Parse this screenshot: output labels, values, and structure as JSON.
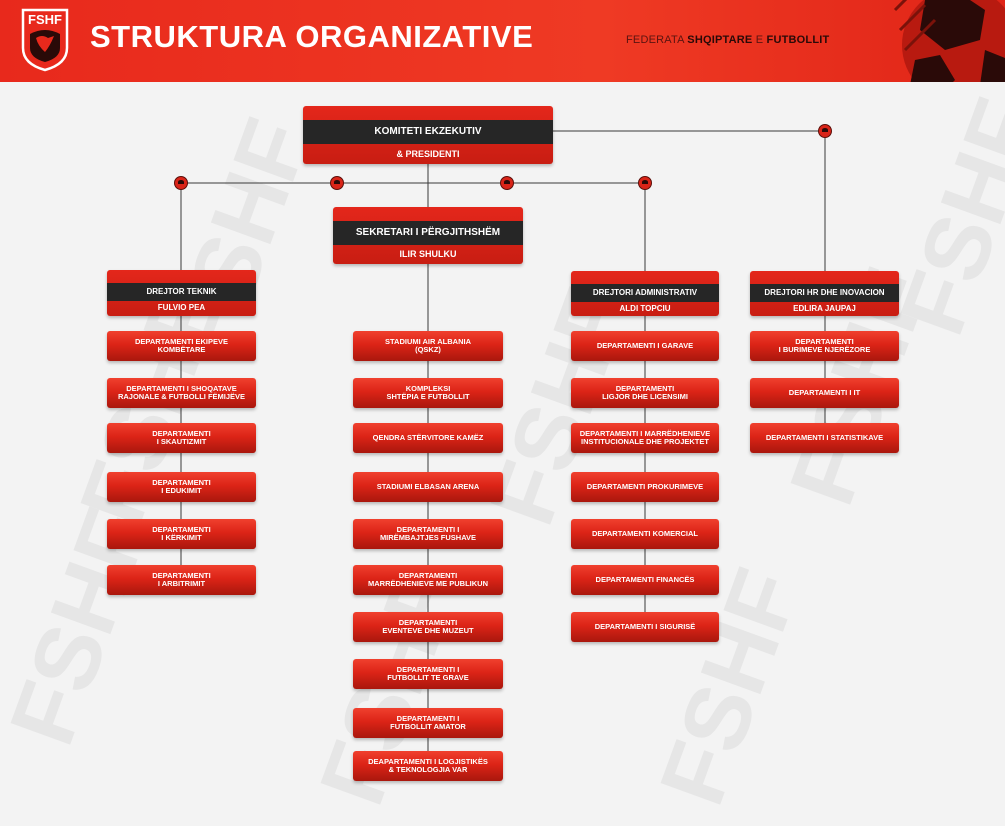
{
  "header": {
    "logo_text": "FSHF",
    "title": "STRUKTURA ORGANIZATIVE",
    "federation_prefix": "FEDERATA ",
    "federation_mid": "SHQIPTARE",
    "federation_e": " E ",
    "federation_end": "FUTBOLLIT"
  },
  "watermark": "FSHF",
  "colors": {
    "brand_red": "#e8291c",
    "dark_band": "#262626",
    "background": "#f3f3f3"
  },
  "executive": {
    "title": "KOMITETI EKZEKUTIV",
    "subtitle": "& PRESIDENTI"
  },
  "secretary": {
    "title": "SEKRETARI I PËRGJITHSHËM",
    "name": "ILIR SHULKU"
  },
  "technical": {
    "title": "DREJTOR TEKNIK",
    "name": "FULVIO PEA",
    "departments": [
      "DEPARTAMENTI EKIPEVE\nKOMBËTARE",
      "DEPARTAMENTI I SHOQATAVE\nRAJONALE & FUTBOLLI FËMIJËVE",
      "DEPARTAMENTI\nI SKAUTIZMIT",
      "DEPARTAMENTI\nI EDUKIMIT",
      "DEPARTAMENTI\nI KËRKIMIT",
      "DEPARTAMENTI\nI ARBITRIMIT"
    ]
  },
  "secretariat": {
    "departments": [
      "STADIUMI AIR ALBANIA\n(QSKZ)",
      "KOMPLEKSI\nSHTËPIA E FUTBOLLIT",
      "QENDRA STËRVITORE KAMËZ",
      "STADIUMI ELBASAN ARENA",
      "DEPARTAMENTI I\nMIRËMBAJTJES FUSHAVE",
      "DEPARTAMENTI\nMARRËDHENIEVE ME PUBLIKUN",
      "DEPARTAMENTI\nEVENTEVE DHE MUZEUT",
      "DEPARTAMENTI I\nFUTBOLLIT TE GRAVE",
      "DEPARTAMENTI I\nFUTBOLLIT AMATOR",
      "DEAPARTAMENTI I LOGJISTIKËS\n& TEKNOLOGJIA VAR"
    ]
  },
  "administrative": {
    "title": "DREJTORI ADMINISTRATIV",
    "name": "ALDI TOPCIU",
    "departments": [
      "DEPARTAMENTI I GARAVE",
      "DEPARTAMENTI\nLIGJOR DHE LICENSIMI",
      "DEPARTAMENTI I MARRËDHENIEVE\nINSTITUCIONALE DHE PROJEKTET",
      "DEPARTAMENTI PROKURIMEVE",
      "DEPARTAMENTI KOMERCIAL",
      "DEPARTAMENTI FINANCËS",
      "DEPARTAMENTI I SIGURISË"
    ]
  },
  "hr": {
    "title": "DREJTORI HR DHE INOVACION",
    "name": "EDLIRA JAUPAJ",
    "departments": [
      "DEPARTAMENTI\nI BURIMEVE NJERËZORE",
      "DEPARTAMENTI I IT",
      "DEPARTAMENTI I STATISTIKAVE"
    ]
  }
}
